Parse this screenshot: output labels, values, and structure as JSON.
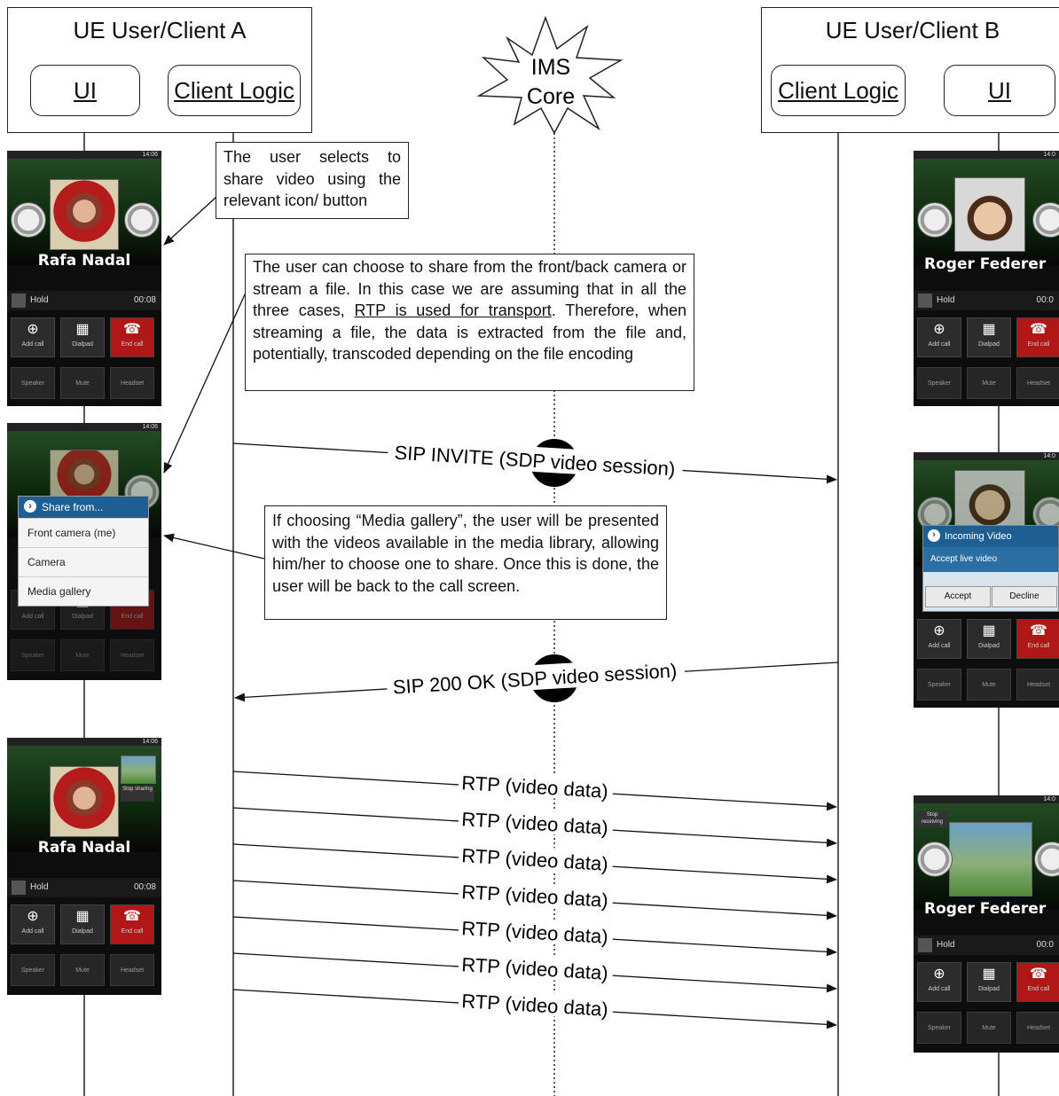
{
  "client_a": {
    "title": "UE User/Client A",
    "ui_label": "UI",
    "logic_label": "Client Logic"
  },
  "client_b": {
    "title": "UE User/Client B",
    "logic_label": "Client Logic",
    "ui_label": "UI"
  },
  "ims_core": {
    "line1": "IMS",
    "line2": "Core"
  },
  "notes": {
    "select_share": "The user selects to share video using the relevant icon/ button",
    "choose_source_pre": "The user can choose to share from the front/back camera or stream a file. In this case we are assuming that in all the three cases, ",
    "choose_source_u": "RTP is used for transport",
    "choose_source_post": ". Therefore, when streaming a file, the data is extracted from the file and, potentially, transcoded depending on the file encoding",
    "media_gallery": "If choosing “Media gallery”, the user will be presented with the videos available in the media library, allowing him/her to choose one to share. Once this is done, the user will be back to the call screen."
  },
  "messages": {
    "invite": "SIP INVITE (SDP video session)",
    "ok": "SIP 200 OK (SDP video session)",
    "rtp": [
      "RTP (video data)",
      "RTP (video data)",
      "RTP (video data)",
      "RTP (video data)",
      "RTP (video data)",
      "RTP (video data)",
      "RTP (video data)"
    ]
  },
  "phone_a1": {
    "time": "14:06",
    "name": "Rafa Nadal",
    "hold": "Hold",
    "duration": "00:08",
    "buttons": [
      "Add call",
      "Dialpad",
      "End call"
    ],
    "soft": [
      "Speaker",
      "Mute",
      "Headset"
    ]
  },
  "phone_a2": {
    "time": "14:06",
    "menu_title": "Share from...",
    "menu_items": [
      "Front camera (me)",
      "Camera",
      "Media gallery"
    ],
    "buttons": [
      "Add call",
      "Dialpad",
      "End call"
    ],
    "soft": [
      "Speaker",
      "Mute",
      "Headset"
    ]
  },
  "phone_a3": {
    "time": "14:06",
    "name": "Rafa Nadal",
    "hold": "Hold",
    "duration": "00:08",
    "tag": "Stop sharing",
    "buttons": [
      "Add call",
      "Dialpad",
      "End call"
    ],
    "soft": [
      "Speaker",
      "Mute",
      "Headset"
    ]
  },
  "phone_b1": {
    "time": "14:0",
    "name": "Roger Federer",
    "hold": "Hold",
    "duration": "00:0",
    "buttons": [
      "Add call",
      "Dialpad",
      "End call"
    ],
    "soft": [
      "Speaker",
      "Mute",
      "Headset"
    ]
  },
  "phone_b2": {
    "time": "14:0",
    "dialog_title": "Incoming Video",
    "dialog_sub": "Accept live video",
    "accept": "Accept",
    "decline": "Decline",
    "buttons": [
      "Add call",
      "Dialpad",
      "End call"
    ],
    "soft": [
      "Speaker",
      "Mute",
      "Headset"
    ]
  },
  "phone_b3": {
    "time": "14:0",
    "name": "Roger Federer",
    "hold": "Hold",
    "duration": "00:0",
    "tag": "Stop receiving",
    "buttons": [
      "Add call",
      "Dialpad",
      "End call"
    ],
    "soft": [
      "Speaker",
      "Mute",
      "Headset"
    ]
  }
}
